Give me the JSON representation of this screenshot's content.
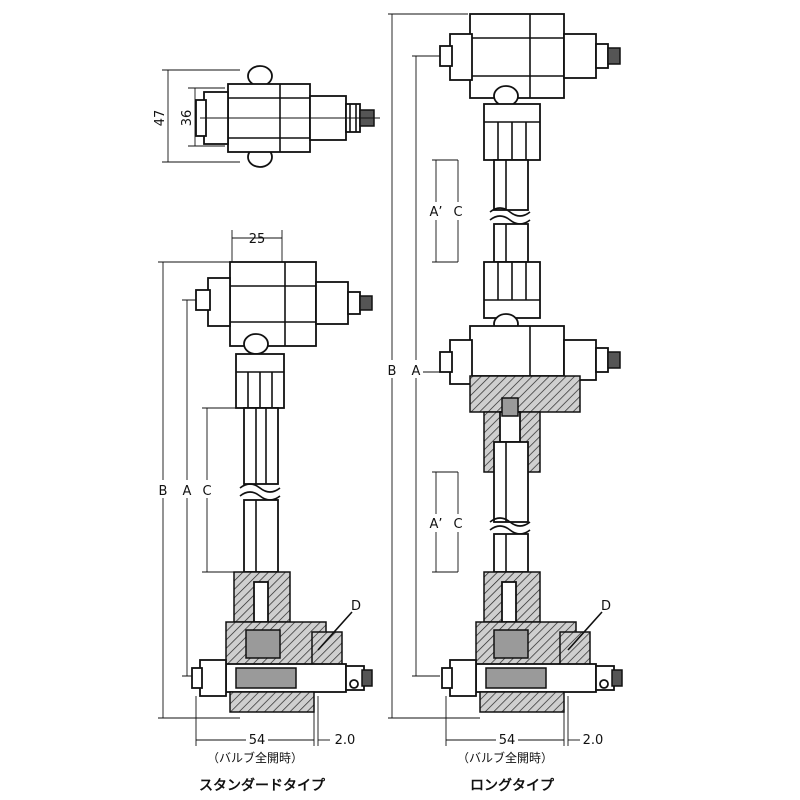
{
  "top_view": {
    "dim_47": "47",
    "dim_36": "36"
  },
  "standard": {
    "dim_25": "25",
    "label_B": "B",
    "label_A": "A",
    "label_C": "C",
    "label_D": "D",
    "dim_54": "54",
    "dim_2": "2.0",
    "valve_note": "（バルブ全開時）",
    "caption": "スタンダードタイプ"
  },
  "long": {
    "label_B": "B",
    "label_A": "A",
    "label_A1": "A’",
    "label_C1": "C",
    "label_A2": "A’",
    "label_C2": "C",
    "label_D": "D",
    "dim_54": "54",
    "dim_2": "2.0",
    "valve_note": "（バルブ全開時）",
    "caption": "ロングタイプ"
  }
}
